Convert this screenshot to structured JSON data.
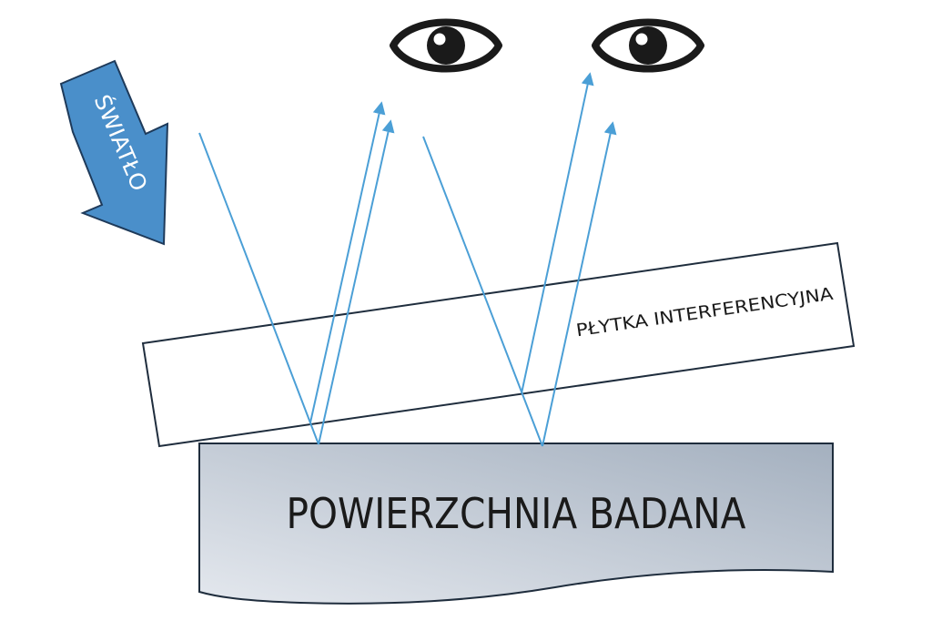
{
  "labels": {
    "light": "ŚWIATŁO",
    "plate": "PŁYTKA INTERFERENCYJNA",
    "surface": "POWIERZCHNIA BADANA"
  },
  "colors": {
    "arrow_fill": "#4a8fca",
    "arrow_stroke": "#1e3a5a",
    "ray": "#4b9fd6",
    "plate_stroke": "#1f2d3d",
    "surface_light": "#dde3eb",
    "surface_dark": "#a7b3c2",
    "eye": "#1a1a1a"
  },
  "icons": [
    "eye-icon",
    "eye-icon"
  ]
}
